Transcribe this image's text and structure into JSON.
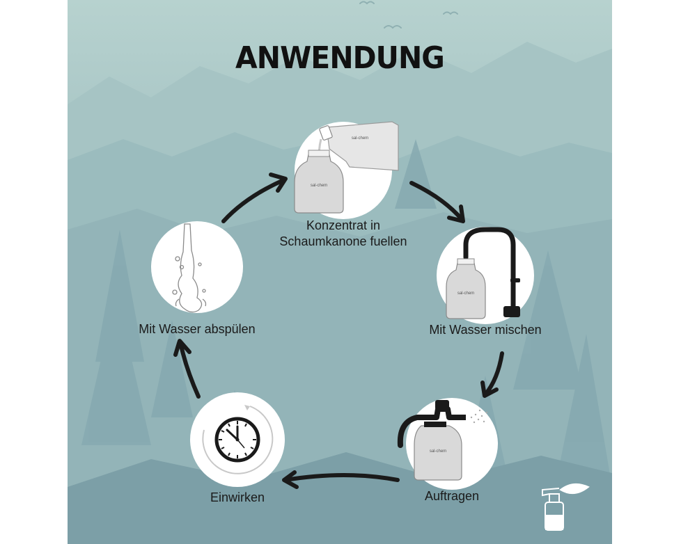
{
  "title": "ANWENDUNG",
  "steps": [
    {
      "label_line1": "Konzentrat in",
      "label_line2": "Schaumkanone fuellen",
      "icon": "bottle-pour-icon"
    },
    {
      "label": "Mit Wasser mischen",
      "icon": "faucet-bottle-icon"
    },
    {
      "label": "Auftragen",
      "icon": "spray-bottle-icon"
    },
    {
      "label": "Einwirken",
      "icon": "clock-icon"
    },
    {
      "label": "Mit Wasser abspülen",
      "icon": "water-stream-icon"
    }
  ],
  "bottle_brand": "sal-chem",
  "colors": {
    "background_top": "#b5d0cd",
    "background_bottom": "#7a9ea5",
    "mountain": "#9cbcbe",
    "tree": "#87aab0",
    "circle": "#ffffff",
    "arrow": "#1a1a1a",
    "title": "#111111"
  },
  "corner_logo_icon": "spray-bottle-leaf-icon"
}
